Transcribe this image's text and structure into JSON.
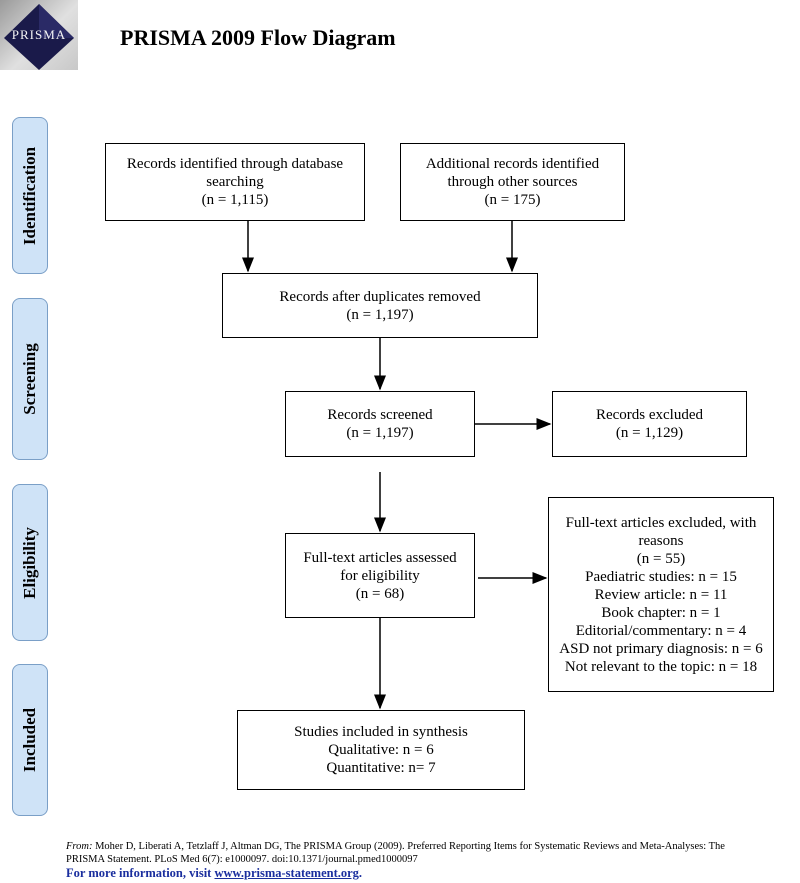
{
  "header": {
    "logo_text": "PRISMA",
    "title": "PRISMA 2009 Flow Diagram"
  },
  "phases": {
    "identification": "Identification",
    "screening": "Screening",
    "eligibility": "Eligibility",
    "included": "Included"
  },
  "boxes": {
    "database": {
      "lines": [
        "Records identified through database",
        "searching",
        "(n = 1,115)"
      ]
    },
    "other_sources": {
      "lines": [
        "Additional records identified",
        "through other sources",
        "(n = 175)"
      ]
    },
    "duplicates_removed": {
      "lines": [
        "Records after duplicates removed",
        "(n = 1,197)"
      ]
    },
    "screened": {
      "lines": [
        "Records screened",
        "(n = 1,197)"
      ]
    },
    "excluded": {
      "lines": [
        "Records excluded",
        "(n = 1,129)"
      ]
    },
    "assessed": {
      "lines": [
        "Full-text articles assessed",
        "for eligibility",
        "(n = 68)"
      ]
    },
    "fulltext_excluded": {
      "lines": [
        "Full-text articles excluded, with",
        "reasons",
        "(n = 55)",
        "Paediatric studies: n = 15",
        "Review article: n = 11",
        "Book chapter: n = 1",
        "Editorial/commentary: n = 4",
        "ASD not primary diagnosis: n = 6",
        "Not relevant to the topic: n = 18"
      ]
    },
    "included": {
      "lines": [
        "Studies included in synthesis",
        "Qualitative: n = 6",
        "Quantitative: n= 7"
      ]
    }
  },
  "footer": {
    "citation_from": "From:",
    "citation_text": " Moher D, Liberati A, Tetzlaff J, Altman DG, The PRISMA Group (2009). Preferred Reporting Items for Systematic Reviews and Meta-Analyses: The PRISMA Statement. PLoS Med 6(7): e1000097. doi:10.1371/journal.pmed1000097",
    "more_prefix": "For more information, visit ",
    "more_link": "www.prisma-statement.org",
    "more_suffix": "."
  }
}
